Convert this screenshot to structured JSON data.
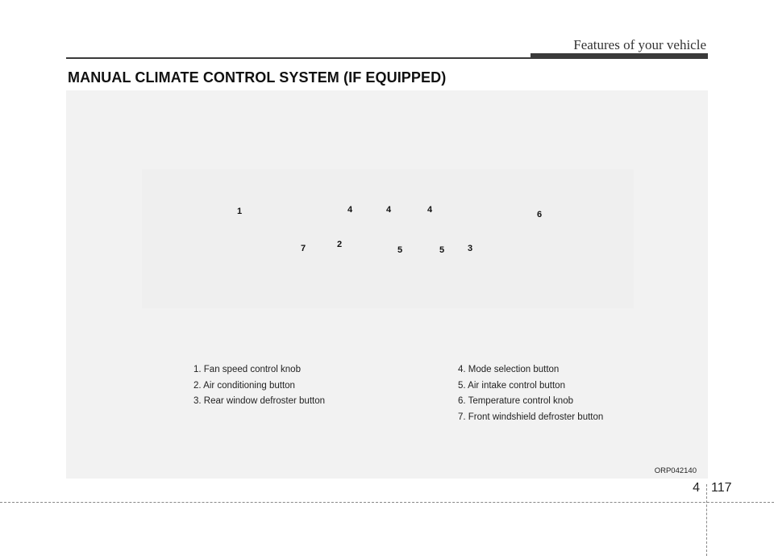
{
  "header": {
    "section_title": "Features of your vehicle"
  },
  "heading": "MANUAL CLIMATE CONTROL SYSTEM (IF EQUIPPED)",
  "figure": {
    "callouts": [
      "1",
      "4",
      "4",
      "4",
      "6",
      "7",
      "2",
      "5",
      "5",
      "3"
    ],
    "legend_left": [
      "1. Fan speed control knob",
      "2. Air conditioning button",
      "3. Rear window defroster button"
    ],
    "legend_right": [
      "4. Mode selection button",
      "5. Air intake control button",
      "6. Temperature control knob",
      "7. Front windshield defroster button"
    ],
    "code": "ORP042140"
  },
  "footer": {
    "chapter": "4",
    "page": "117"
  }
}
